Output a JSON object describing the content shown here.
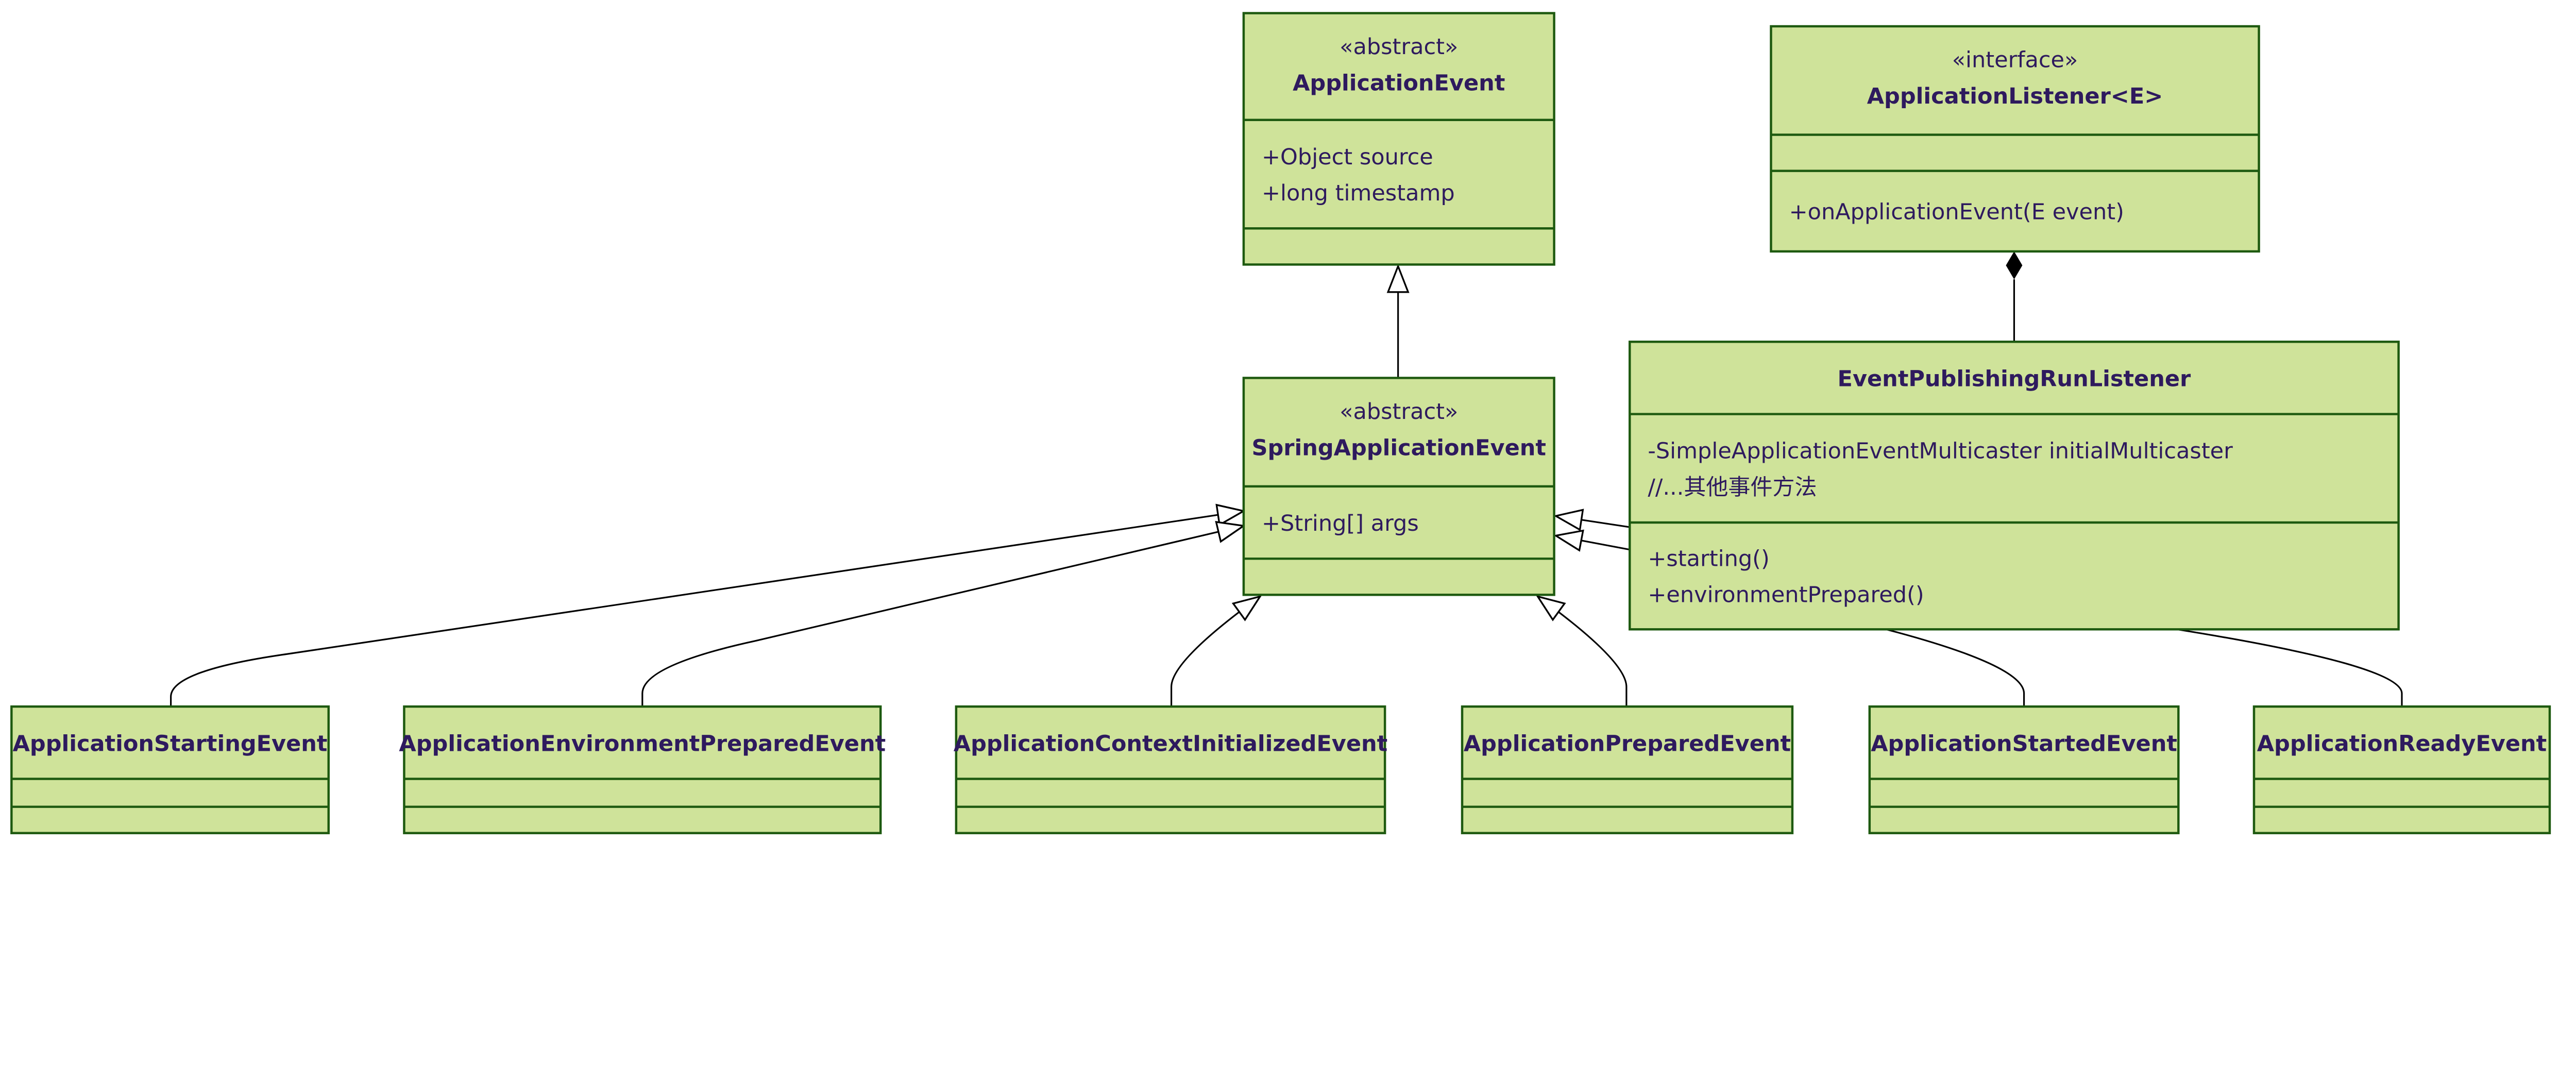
{
  "colors": {
    "fill": "#cfe39a",
    "border": "#1e5a10",
    "text": "#2e1a5e",
    "edge": "#000000"
  },
  "classes": {
    "applicationEvent": {
      "stereotype": "«abstract»",
      "name": "ApplicationEvent",
      "attributes": [
        "+Object source",
        "+long timestamp"
      ],
      "methods": []
    },
    "applicationListener": {
      "stereotype": "«interface»",
      "name": "ApplicationListener<E>",
      "attributes": [],
      "methods": [
        "+onApplicationEvent(E event)"
      ]
    },
    "springApplicationEvent": {
      "stereotype": "«abstract»",
      "name": "SpringApplicationEvent",
      "attributes": [
        "+String[] args"
      ],
      "methods": []
    },
    "eventPublishingRunListener": {
      "stereotype": "",
      "name": "EventPublishingRunListener",
      "attributes": [
        "-SimpleApplicationEventMulticaster initialMulticaster",
        "//...其他事件方法"
      ],
      "methods": [
        "+starting()",
        "+environmentPrepared()"
      ]
    },
    "applicationStartingEvent": {
      "name": "ApplicationStartingEvent",
      "attributes": [],
      "methods": []
    },
    "applicationEnvironmentPreparedEvent": {
      "name": "ApplicationEnvironmentPreparedEvent",
      "attributes": [],
      "methods": []
    },
    "applicationContextInitializedEvent": {
      "name": "ApplicationContextInitializedEvent",
      "attributes": [],
      "methods": []
    },
    "applicationPreparedEvent": {
      "name": "ApplicationPreparedEvent",
      "attributes": [],
      "methods": []
    },
    "applicationStartedEvent": {
      "name": "ApplicationStartedEvent",
      "attributes": [],
      "methods": []
    },
    "applicationReadyEvent": {
      "name": "ApplicationReadyEvent",
      "attributes": [],
      "methods": []
    }
  },
  "relations": [
    {
      "from": "springApplicationEvent",
      "to": "applicationEvent",
      "type": "inheritance"
    },
    {
      "from": "eventPublishingRunListener",
      "to": "applicationListener",
      "type": "composition"
    },
    {
      "from": "applicationStartingEvent",
      "to": "springApplicationEvent",
      "type": "inheritance"
    },
    {
      "from": "applicationEnvironmentPreparedEvent",
      "to": "springApplicationEvent",
      "type": "inheritance"
    },
    {
      "from": "applicationContextInitializedEvent",
      "to": "springApplicationEvent",
      "type": "inheritance"
    },
    {
      "from": "applicationPreparedEvent",
      "to": "springApplicationEvent",
      "type": "inheritance"
    },
    {
      "from": "applicationStartedEvent",
      "to": "springApplicationEvent",
      "type": "inheritance"
    },
    {
      "from": "applicationReadyEvent",
      "to": "springApplicationEvent",
      "type": "inheritance"
    }
  ]
}
